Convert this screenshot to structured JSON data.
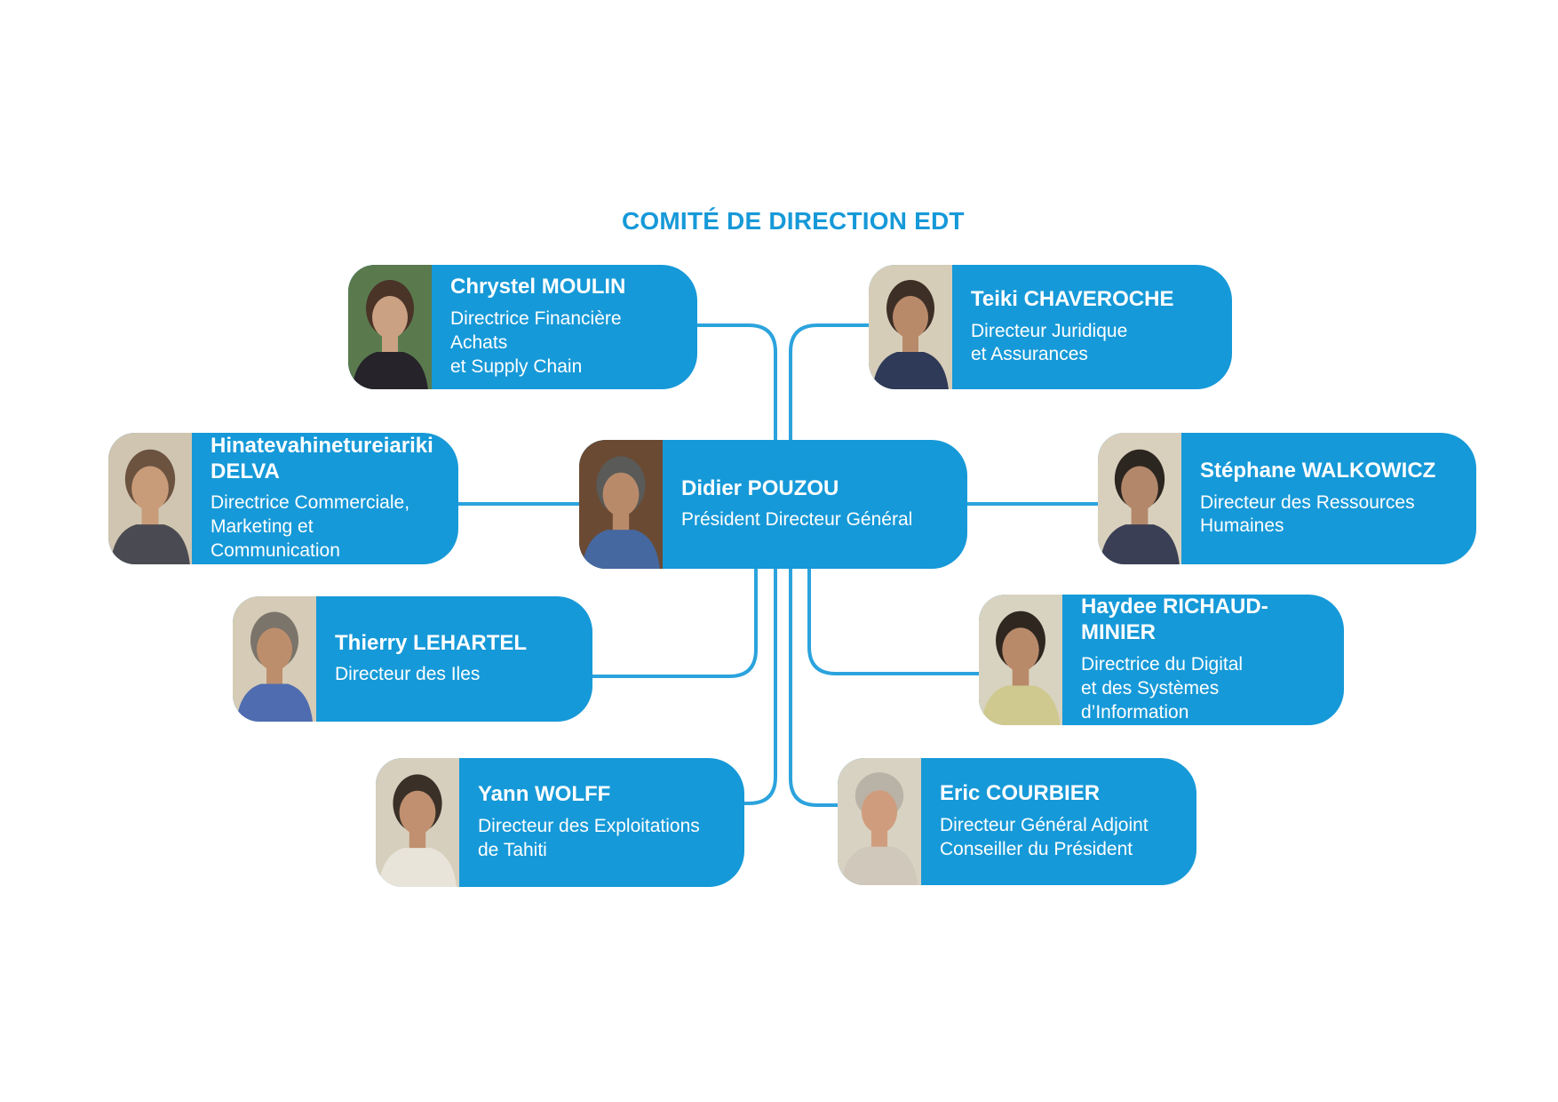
{
  "title": "COMITÉ DE DIRECTION EDT",
  "colors": {
    "accent": "#1699d8",
    "connector": "#2ba3dd",
    "card_text": "#ffffff"
  },
  "cards": [
    {
      "name": "Chrystel MOULIN",
      "role": "Directrice Financière Achats\net Supply Chain"
    },
    {
      "name": "Teiki CHAVEROCHE",
      "role": "Directeur Juridique\net Assurances"
    },
    {
      "name": "Hinatevahinetureiariki\nDELVA",
      "role": "Directrice Commerciale,\nMarketing et Communication"
    },
    {
      "name": "Didier POUZOU",
      "role": "Président Directeur Général"
    },
    {
      "name": "Stéphane WALKOWICZ",
      "role": "Directeur des Ressources\nHumaines"
    },
    {
      "name": "Thierry LEHARTEL",
      "role": "Directeur des Iles"
    },
    {
      "name": "Haydee RICHAUD-MINIER",
      "role": "Directrice du Digital\net des Systèmes d’Information"
    },
    {
      "name": "Yann WOLFF",
      "role": "Directeur des Exploitations\nde Tahiti"
    },
    {
      "name": "Eric COURBIER",
      "role": "Directeur Général Adjoint\nConseiller du Président"
    }
  ]
}
